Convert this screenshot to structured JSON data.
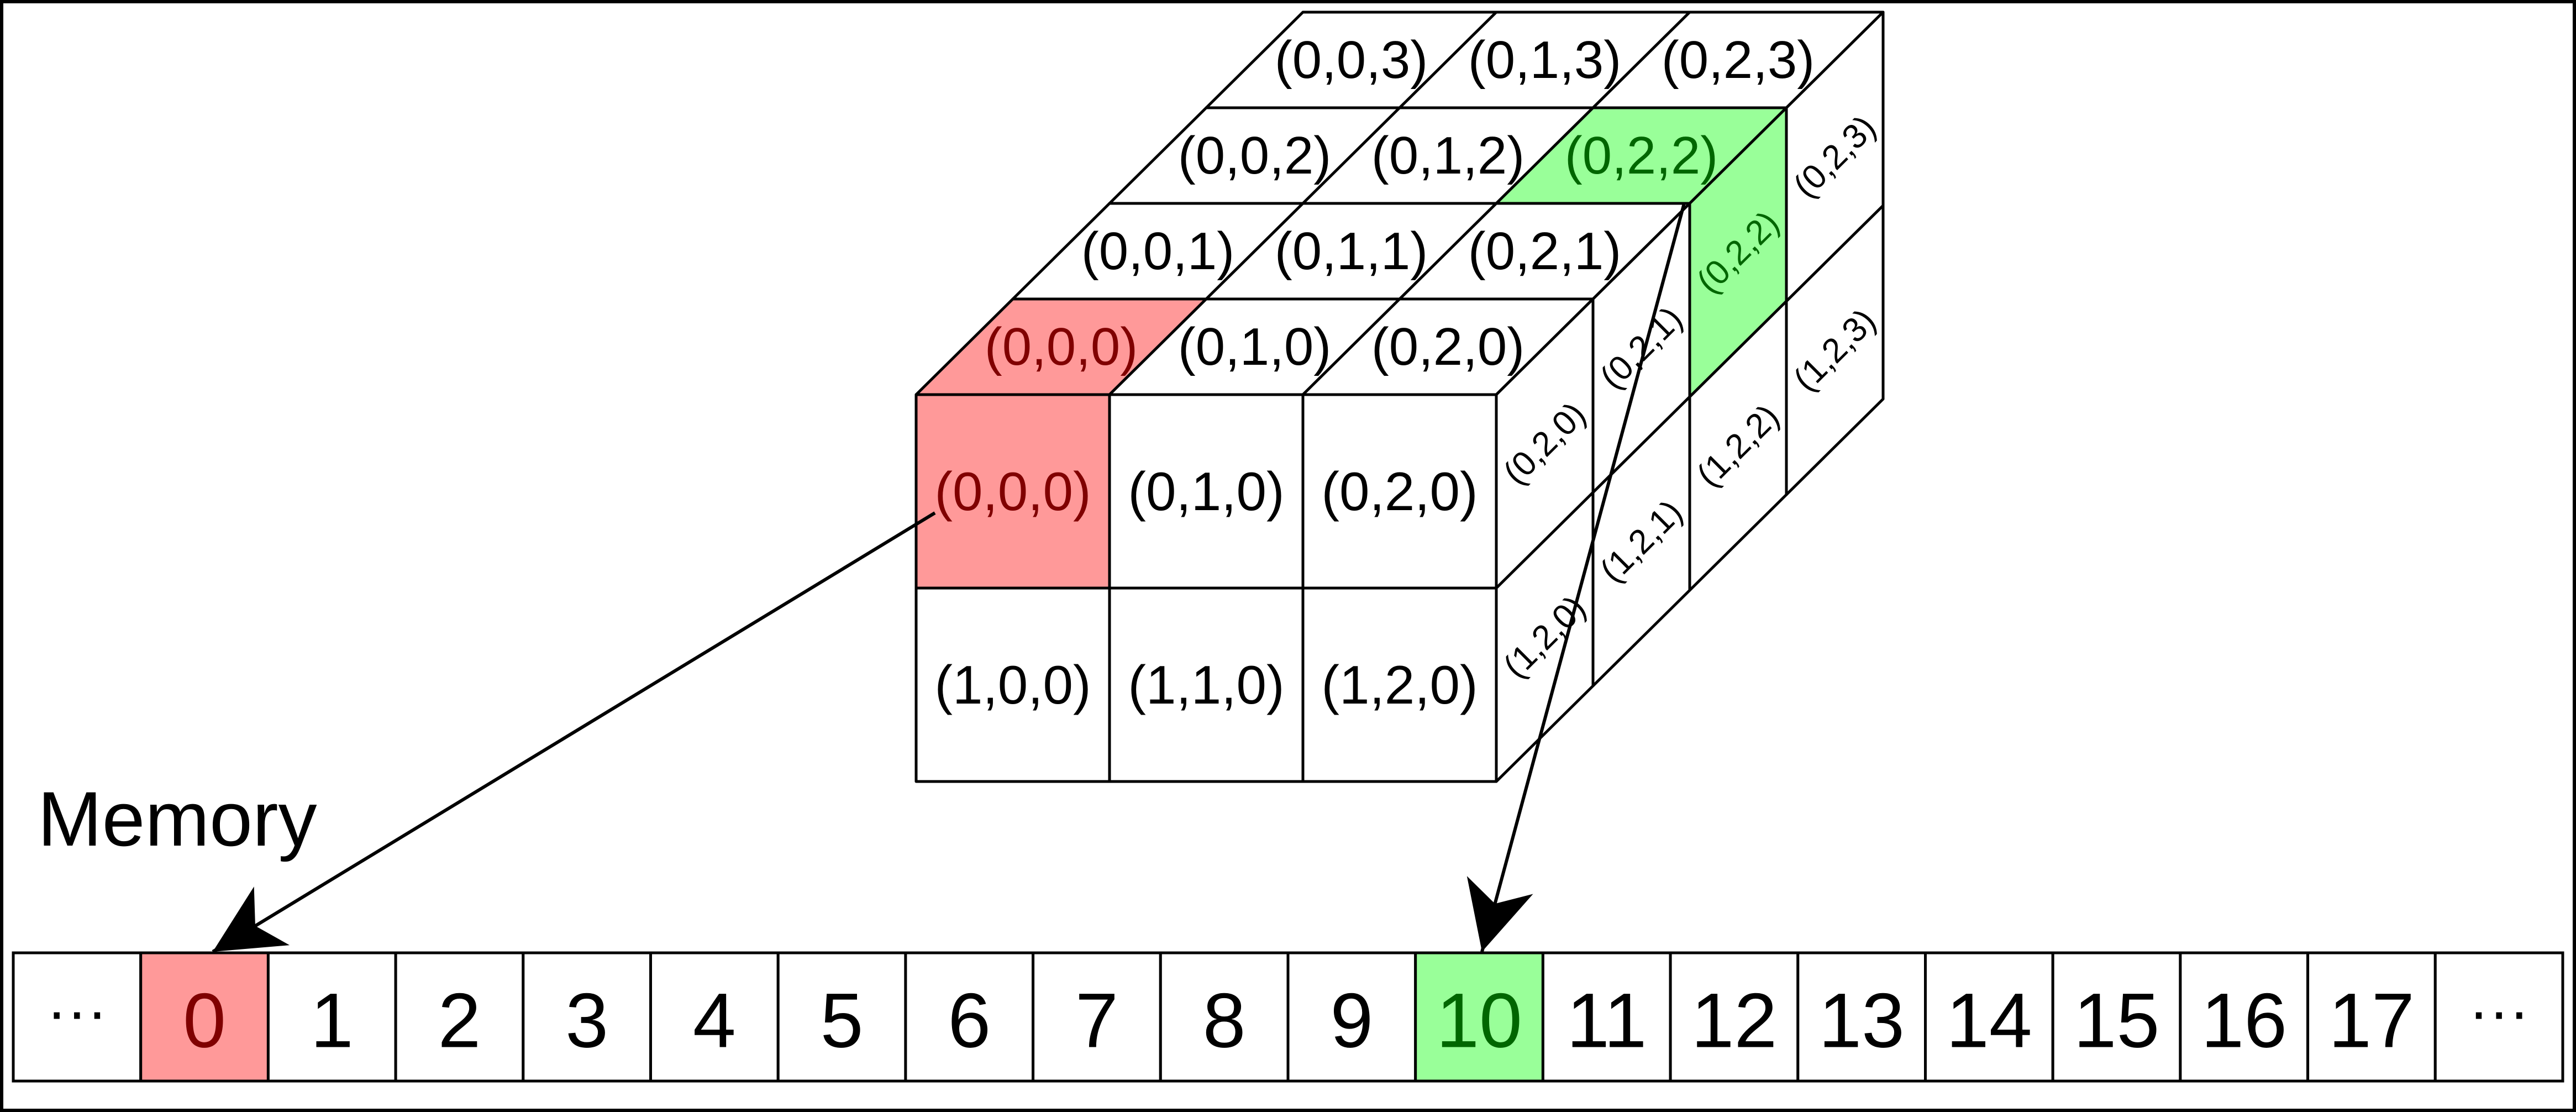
{
  "memory_label": "Memory",
  "memory_cells": [
    "···",
    "0",
    "1",
    "2",
    "3",
    "4",
    "5",
    "6",
    "7",
    "8",
    "9",
    "10",
    "11",
    "12",
    "13",
    "14",
    "15",
    "16",
    "17",
    "···"
  ],
  "highlight_red_index": "0",
  "highlight_green_index": "10",
  "colors": {
    "red_fill": "#ff9999",
    "red_text": "#800000",
    "green_fill": "#99ff99",
    "green_text": "#006600",
    "stroke": "#000000",
    "background": "#ffffff"
  },
  "tensor": {
    "front_face": [
      [
        "(0,0,0)",
        "(0,1,0)",
        "(0,2,0)"
      ],
      [
        "(1,0,0)",
        "(1,1,0)",
        "(1,2,0)"
      ]
    ],
    "top_face": [
      [
        "(0,0,0)",
        "(0,1,0)",
        "(0,2,0)"
      ],
      [
        "(0,0,1)",
        "(0,1,1)",
        "(0,2,1)"
      ],
      [
        "(0,0,2)",
        "(0,1,2)",
        "(0,2,2)"
      ],
      [
        "(0,0,3)",
        "(0,1,3)",
        "(0,2,3)"
      ]
    ],
    "right_face": [
      [
        "(0,2,0)",
        "(0,2,1)",
        "(0,2,2)",
        "(0,2,3)"
      ],
      [
        "(1,2,0)",
        "(1,2,1)",
        "(1,2,2)",
        "(1,2,3)"
      ]
    ],
    "highlight_red_label": "(0,0,0)",
    "highlight_green_label": "(0,2,2)"
  }
}
